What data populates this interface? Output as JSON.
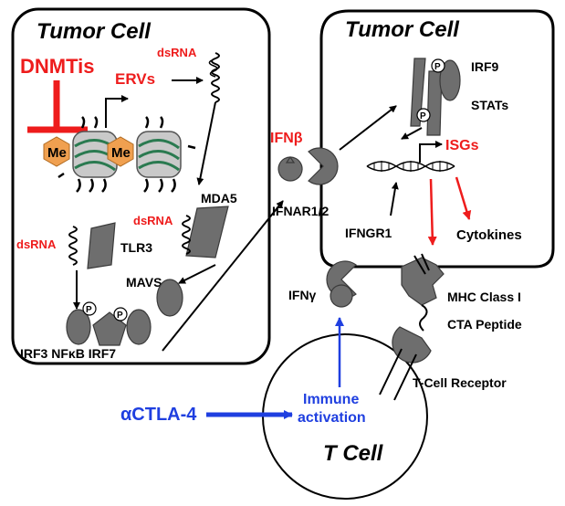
{
  "left_cell": {
    "title": "Tumor Cell",
    "drug": "DNMTis",
    "ervs": "ERVs",
    "dsrna_top": "dsRNA",
    "methyl_1": "Me",
    "methyl_2": "Me",
    "mda5": "MDA5",
    "dsrna_mid": "dsRNA",
    "dsrna_left": "dsRNA",
    "tlr3": "TLR3",
    "mavs": "MAVS",
    "phospho_1": "P",
    "phospho_2": "P",
    "irf_row": "IRF3 NFκB IRF7"
  },
  "right_cell": {
    "title": "Tumor Cell",
    "ifnb": "IFNβ",
    "irf9": "IRF9",
    "stats": "STATs",
    "phospho_1": "P",
    "phospho_2": "P",
    "isgs": "ISGs",
    "ifnar": "IFNAR1/2",
    "ifngr": "IFNGR1",
    "cytokines": "Cytokines"
  },
  "extracellular": {
    "ifng": "IFNγ",
    "mhc": "MHC Class I",
    "cta": "CTA Peptide",
    "tcr": "T-Cell Receptor",
    "ctla4": "αCTLA-4"
  },
  "t_cell": {
    "title": "T Cell",
    "activation_1": "Immune",
    "activation_2": "activation"
  },
  "colors": {
    "red": "#ee1c1c",
    "blue": "#1f3fe0",
    "gray": "#6e6e6e",
    "orange": "#f0a050",
    "green": "#2a7a50"
  }
}
